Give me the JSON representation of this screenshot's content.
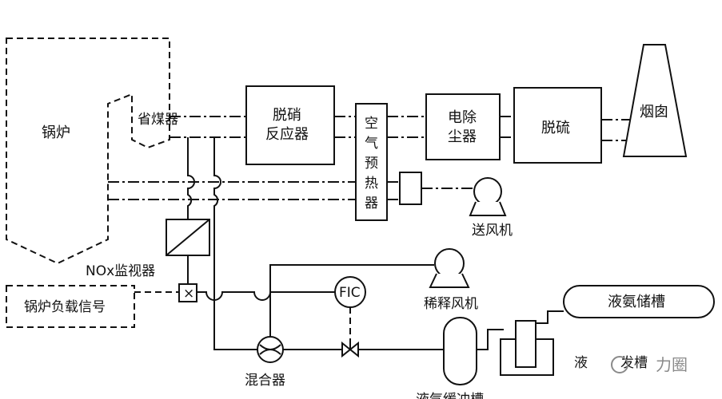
{
  "labels": {
    "boiler": "锅炉",
    "economizer": "省煤器",
    "scr_reactor_line1": "脱硝",
    "scr_reactor_line2": "反应器",
    "air_preheater_chars": [
      "空",
      "气",
      "预",
      "热",
      "器"
    ],
    "esp_line1": "电除",
    "esp_line2": "尘器",
    "fgd": "脱硫",
    "chimney": "烟囱",
    "forced_fan": "送风机",
    "nox_monitor": "NOx监视器",
    "boiler_load_signal": "锅炉负载信号",
    "dilution_fan": "稀释风机",
    "fic": "FIC",
    "mixer": "混合器",
    "ammonia_tank": "液氨储槽",
    "evaporator_partial": "液",
    "evaporator_partial2": "发槽",
    "buffer_tank_partial": "液气缓冲槽",
    "multiply_symbol": "×"
  },
  "watermark": "力圈"
}
